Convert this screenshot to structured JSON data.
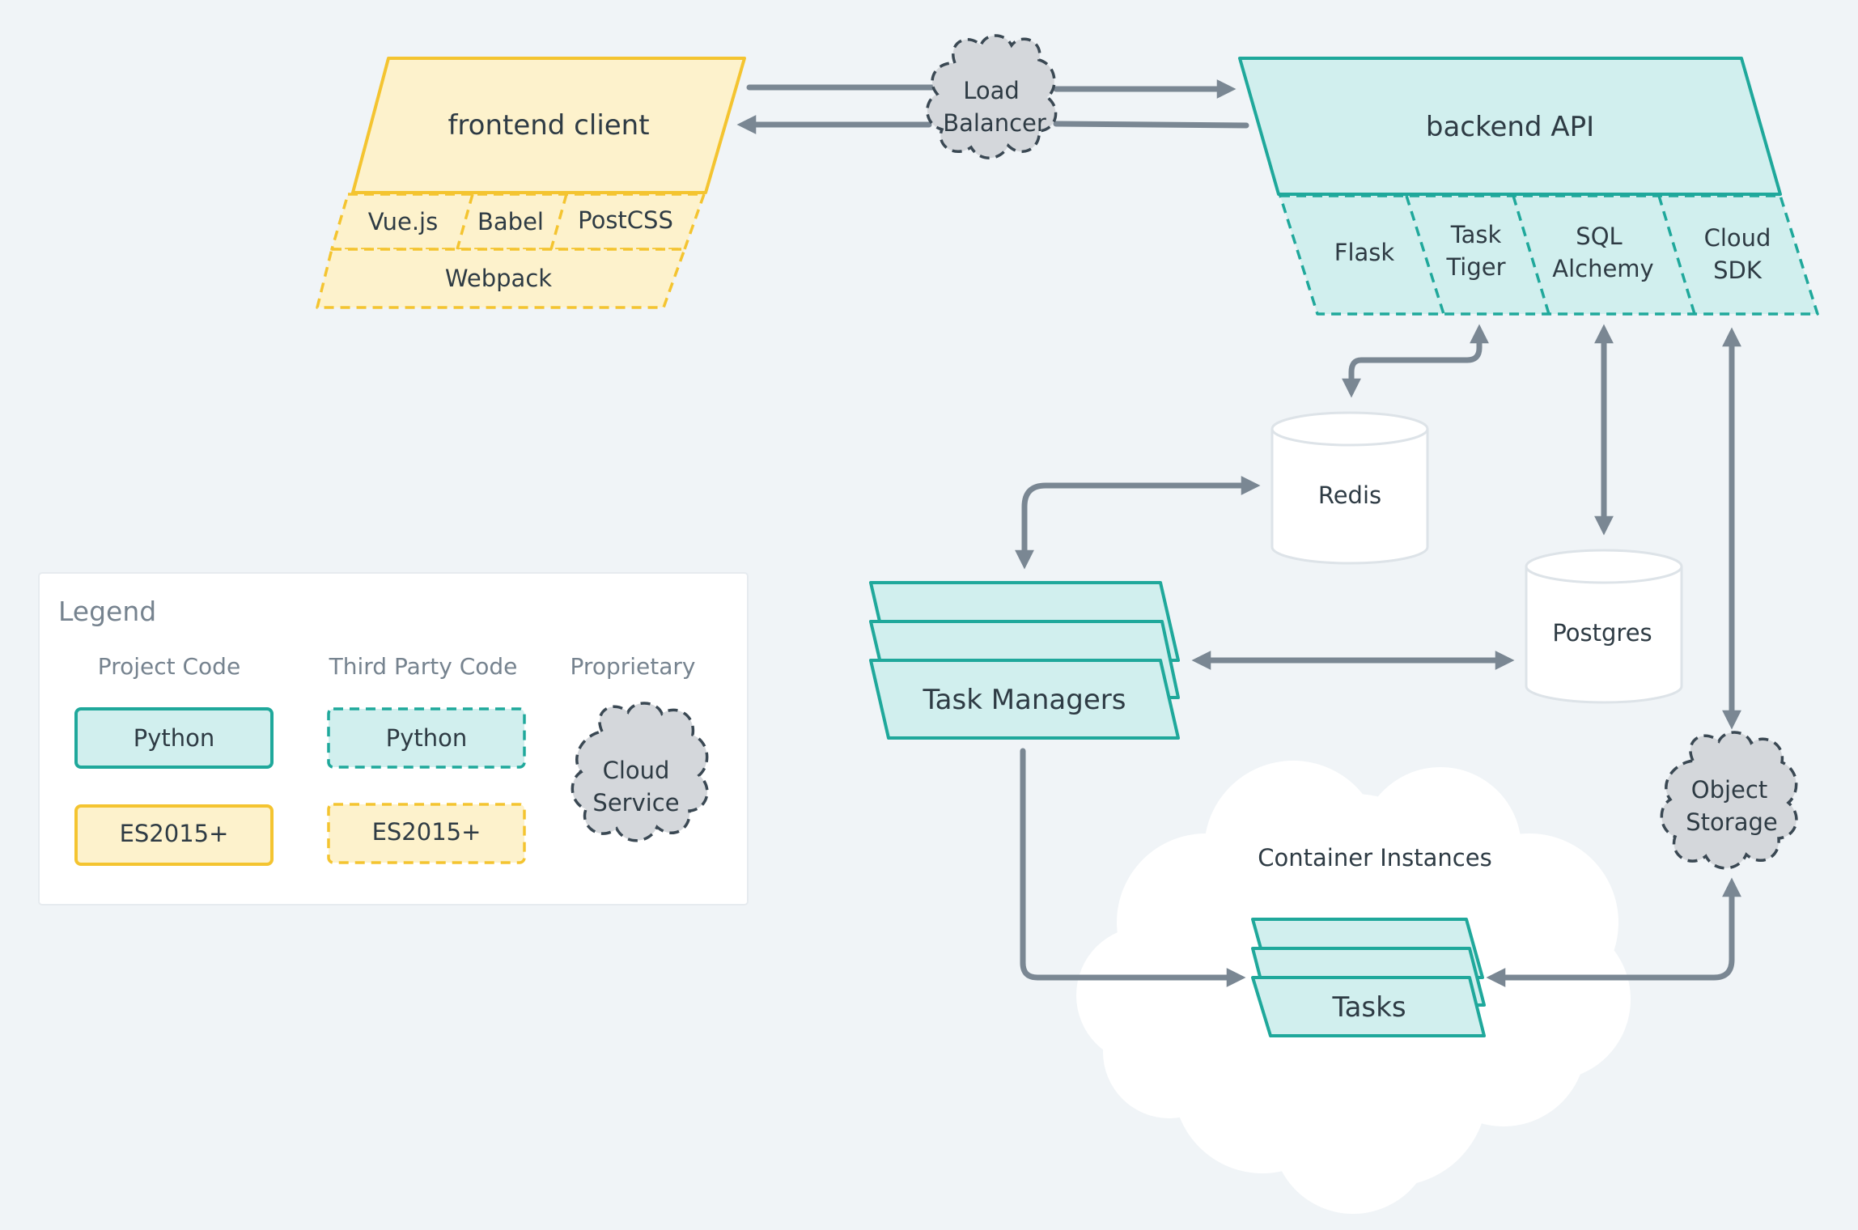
{
  "nodes": {
    "load_balancer": [
      "Load",
      "Balancer"
    ],
    "frontend": "frontend client",
    "frontend_libs": [
      "Vue.js",
      "Babel",
      "PostCSS"
    ],
    "frontend_build": "Webpack",
    "backend": "backend API",
    "backend_libs": {
      "flask": [
        "Flask"
      ],
      "tasktiger": [
        "Task",
        "Tiger"
      ],
      "sqlalchemy": [
        "SQL",
        "Alchemy"
      ],
      "cloudsdk": [
        "Cloud",
        "SDK"
      ]
    },
    "redis": "Redis",
    "postgres": "Postgres",
    "task_managers": "Task Managers",
    "container_instances": "Container Instances",
    "tasks": "Tasks",
    "object_storage": [
      "Object",
      "Storage"
    ]
  },
  "legend": {
    "title": "Legend",
    "project_code": "Project Code",
    "third_party_code": "Third Party Code",
    "proprietary": "Proprietary",
    "python": "Python",
    "es2015": "ES2015+",
    "cloud_service": [
      "Cloud",
      "Service"
    ]
  },
  "colors": {
    "background": "#f0f4f7",
    "teal_fill": "#d1efee",
    "teal_stroke": "#1fa89b",
    "yellow_fill": "#fdf2cc",
    "yellow_stroke": "#f4c430",
    "arrow": "#7a8793",
    "cloud_grey": "#d4d7db"
  }
}
